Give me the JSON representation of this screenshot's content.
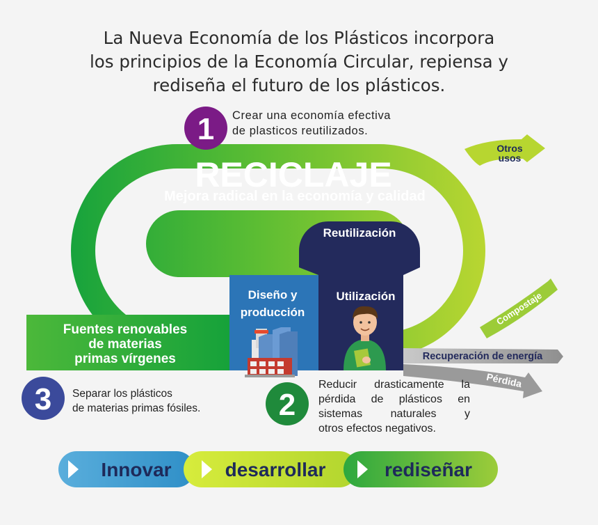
{
  "title_lines": [
    "La Nueva Economía de los Plásticos incorpora",
    "los principios de la Economía Circular, repiensa y",
    "rediseña el futuro de los plásticos."
  ],
  "steps": [
    {
      "number": "1",
      "text_lines": [
        "Crear una economía efectiva",
        "de plasticos reutilizados."
      ],
      "color": "#7b1b86"
    },
    {
      "number": "2",
      "text_lines": [
        "Reducir drasticamente la",
        "pérdida de plásticos en",
        "sistemas naturales y",
        "otros efectos negativos."
      ],
      "color": "#1f8a3b"
    },
    {
      "number": "3",
      "text_lines": [
        "Separar los plásticos",
        "de materias primas fósiles."
      ],
      "color": "#3b4a9b"
    }
  ],
  "loop": {
    "heading": "RECICLAJE",
    "subheading": "Mejora radical en la economía y calidad"
  },
  "blocks": {
    "reutilizacion": "Reutilización",
    "diseno_lines": [
      "Diseño y",
      "producción"
    ],
    "utilizacion": "Utilización",
    "fuentes_lines": [
      "Fuentes renovables",
      "de materias",
      "primas vírgenes"
    ]
  },
  "outflows": {
    "otros_usos_lines": [
      "Otros",
      "usos"
    ],
    "compostaje": "Compostaje",
    "recuperacion": "Recuperación de energía",
    "perdida": "Pérdida"
  },
  "actions": [
    "Innovar",
    "desarrollar",
    "rediseñar"
  ],
  "colors": {
    "green_dark": "#1fa63f",
    "green_light": "#b4d332",
    "navy": "#232a5c",
    "blue": "#2c75b7"
  }
}
